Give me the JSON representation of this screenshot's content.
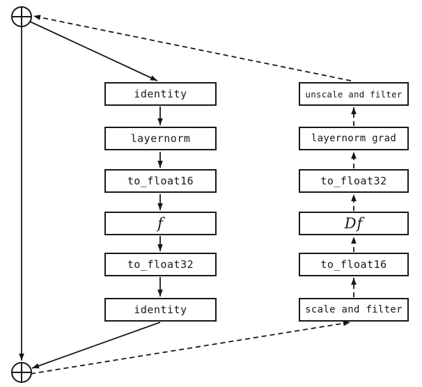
{
  "diagram": {
    "colors": {
      "background": "#ffffff",
      "stroke": "#161616"
    },
    "sum_nodes": {
      "top_symbol": "⊕",
      "bottom_symbol": "⊕"
    },
    "forward": [
      {
        "label": "identity"
      },
      {
        "label": "layernorm"
      },
      {
        "label": "to_float16"
      },
      {
        "label": "f"
      },
      {
        "label": "to_float32"
      },
      {
        "label": "identity"
      }
    ],
    "backward": [
      {
        "label": "unscale and filter"
      },
      {
        "label": "layernorm grad"
      },
      {
        "label": "to_float32"
      },
      {
        "label": "Df"
      },
      {
        "label": "to_float16"
      },
      {
        "label": "scale and filter"
      }
    ]
  }
}
